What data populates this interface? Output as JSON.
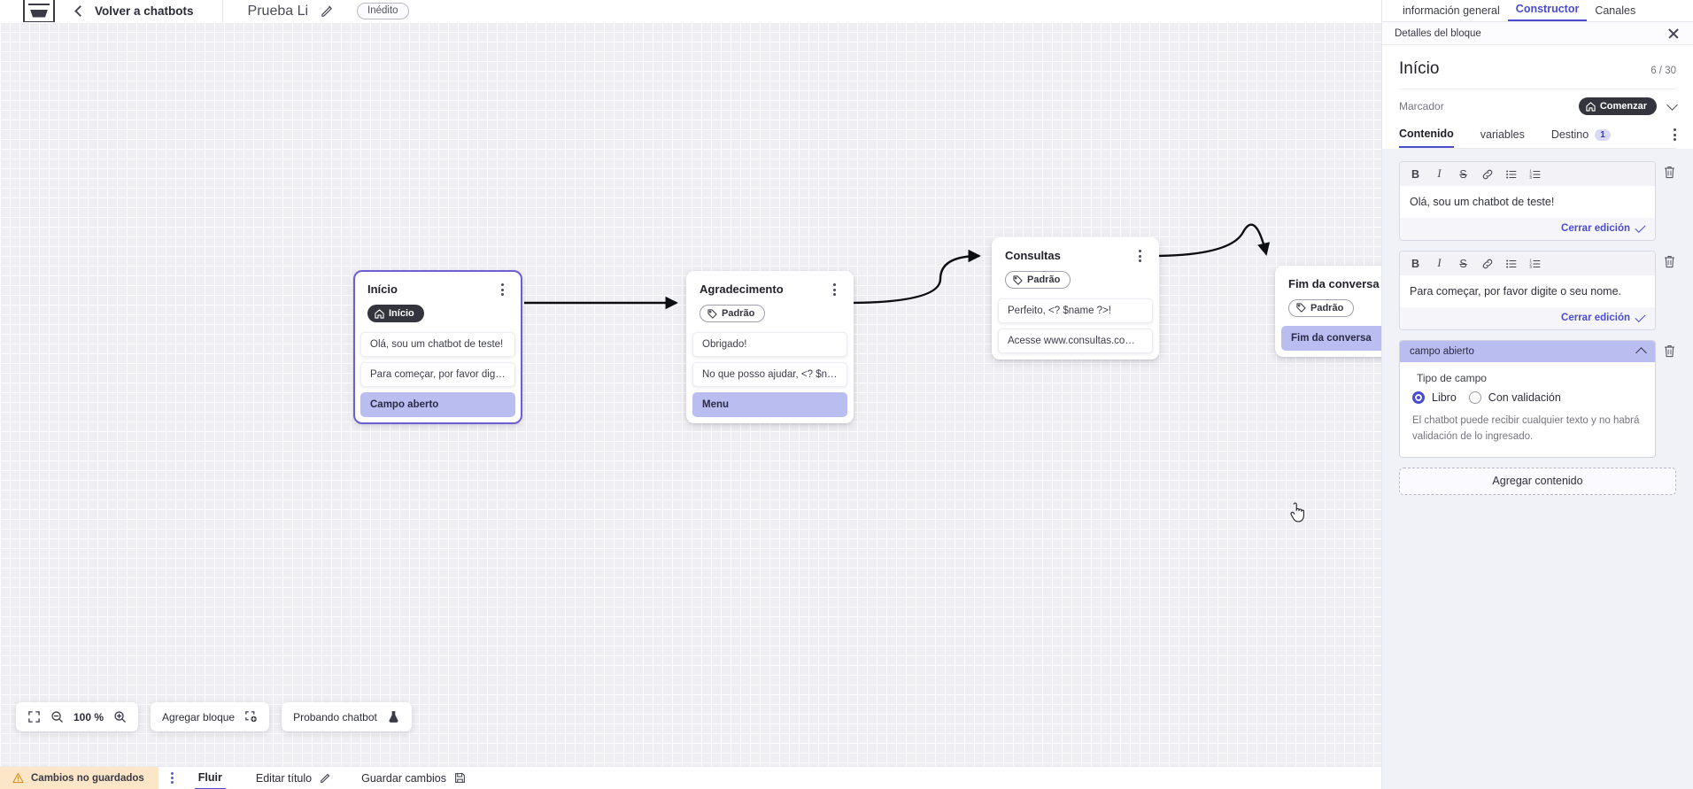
{
  "header": {
    "back_label": "Volver a chatbots",
    "bot_title": "Prueba Li",
    "status_chip": "Inédito",
    "logo_icon": "app-logo-icon",
    "back_icon": "chevron-left-icon",
    "edit_icon": "pencil-icon"
  },
  "canvas": {
    "nodes": [
      {
        "title": "Início",
        "badge": "Início",
        "badge_type": "start",
        "badge_icon": "home-icon",
        "selected": true,
        "messages": [
          {
            "text": "Olá, sou um chatbot de teste!",
            "kind": "text"
          },
          {
            "text": "Para começar, por favor digite o ...",
            "kind": "text"
          },
          {
            "text": "Campo aberto",
            "kind": "field"
          }
        ]
      },
      {
        "title": "Agradecimento",
        "badge": "Padrão",
        "badge_type": "default",
        "badge_icon": "tag-icon",
        "selected": false,
        "messages": [
          {
            "text": "Obrigado!",
            "kind": "text"
          },
          {
            "text": "No que posso ajudar, <? $name ...",
            "kind": "text"
          },
          {
            "text": "Menu",
            "kind": "field"
          }
        ]
      },
      {
        "title": "Consultas",
        "badge": "Padrão",
        "badge_type": "default",
        "badge_icon": "tag-icon",
        "selected": false,
        "messages": [
          {
            "text": "Perfeito, <? $name ?>!",
            "kind": "text"
          },
          {
            "text": "Acesse www.consultas.com par...",
            "kind": "text"
          }
        ]
      },
      {
        "title": "Fim da conversa",
        "badge": "Padrão",
        "badge_type": "default",
        "badge_icon": "tag-icon",
        "selected": false,
        "messages": [
          {
            "text": "Fim da conversa",
            "kind": "field"
          }
        ]
      }
    ]
  },
  "floating_bar": {
    "fit_icon": "fit-screen-icon",
    "zoom_out_icon": "zoom-out-icon",
    "zoom_level": "100 %",
    "zoom_in_icon": "zoom-in-icon",
    "add_block_label": "Agregar bloque",
    "add_block_icon": "add-block-icon",
    "test_bot_label": "Probando chatbot",
    "test_bot_icon": "flask-icon"
  },
  "footer": {
    "unsaved_label": "Cambios no guardados",
    "warning_icon": "warning-triangle-icon",
    "kebab_icon": "more-options-icon",
    "flow_tab": "Fluir",
    "edit_title_label": "Editar título",
    "edit_title_icon": "pencil-icon",
    "save_label": "Guardar cambios",
    "save_icon": "save-disk-icon"
  },
  "panel": {
    "top_tabs": [
      {
        "label": "información general",
        "active": false
      },
      {
        "label": "Constructor",
        "active": true
      },
      {
        "label": "Canales",
        "active": false
      }
    ],
    "subheader": "Detalles del bloque",
    "close_icon": "close-icon",
    "block_title": "Início",
    "block_count": "6 / 30",
    "marker_label": "Marcador",
    "marker_value": "Comenzar",
    "marker_icon": "home-icon",
    "marker_chevron": "chevron-down-icon",
    "tabs": [
      {
        "label": "Contenido",
        "active": true,
        "count": null
      },
      {
        "label": "variables",
        "active": false,
        "count": null
      },
      {
        "label": "Destino",
        "active": false,
        "count": "1"
      }
    ],
    "overflow_icon": "more-options-icon",
    "editor_tools": [
      {
        "name": "bold-icon",
        "glyph": "B"
      },
      {
        "name": "italic-icon",
        "glyph": "I"
      },
      {
        "name": "strikethrough-icon",
        "glyph": "S"
      },
      {
        "name": "link-icon",
        "glyph": "🔗"
      },
      {
        "name": "bullet-list-icon",
        "glyph": "≔"
      },
      {
        "name": "numbered-list-icon",
        "glyph": "≕"
      }
    ],
    "blocks": [
      {
        "type": "editor",
        "text": "Olá, sou um chatbot de teste!",
        "close_label": "Cerrar edición"
      },
      {
        "type": "editor",
        "text": "Para começar, por favor digite o seu nome.",
        "close_label": "Cerrar edición"
      }
    ],
    "field_block": {
      "header": "campo abierto",
      "collapse_icon": "chevron-up-icon",
      "delete_icon": "trash-icon",
      "type_label": "Tipo de campo",
      "options": [
        {
          "label": "Libro",
          "selected": true
        },
        {
          "label": "Con validación",
          "selected": false
        }
      ],
      "help_text": "El chatbot puede recibir cualquier texto y no habrá validación de lo ingresado."
    },
    "add_content_label": "Agregar contenido"
  },
  "colors": {
    "accent": "#4b4bcf",
    "field": "#b9bdf0",
    "badge_dark": "#34343f",
    "warning_bg": "#fbe6c8"
  }
}
